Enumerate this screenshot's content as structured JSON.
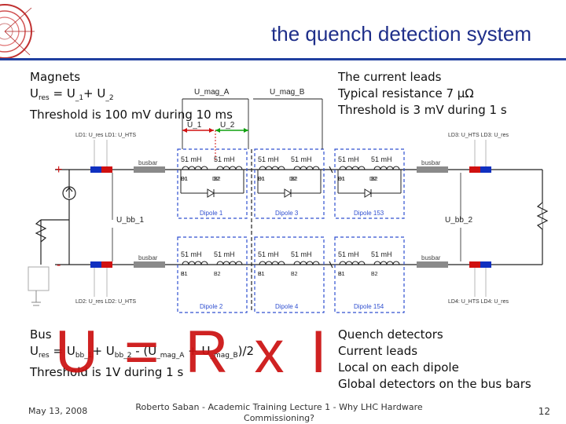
{
  "slide": {
    "title": "the quench detection system",
    "magnets": {
      "heading": "Magnets",
      "eq_lhs": "U",
      "eq_lhs_sub": "res",
      "eq_mid": " = U",
      "eq_sub1": "_1",
      "eq_plus": "+ U",
      "eq_sub2": "_2",
      "threshold": "Threshold is 100 mV during 10 ms"
    },
    "leads": {
      "heading": "The current leads",
      "resistance": "Typical resistance 7  μΩ",
      "threshold": "Threshold is 3 mV during 1 s"
    },
    "bus": {
      "heading": "Bus",
      "eq_text": "U",
      "eq_sub": "res",
      "eq_rest": " = U",
      "eq_sub_bb1": "bb_1",
      "eq_plus": "+ U",
      "eq_sub_bb2": "bb_2",
      "eq_minus": " - (U",
      "eq_sub_mag_a": "_mag_A",
      "eq_plus2": " + U",
      "eq_sub_mag_b": "_mag_B",
      "eq_end": ")/2",
      "threshold": "Threshold is 1V during 1 s"
    },
    "big_equation": "U = R x I",
    "quench_detectors": {
      "heading": "Quench detectors",
      "line1": "Current leads",
      "line2": "Local on each dipole",
      "line3": "Global detectors on the bus bars"
    },
    "footer": {
      "date": "May 13, 2008",
      "author_line1": "Roberto Saban - Academic Training Lecture 1 - Why LHC Hardware",
      "author_line2": "Commissioning?",
      "page": "12"
    }
  },
  "diagram": {
    "u_mag_a": "U_mag_A",
    "u_mag_b": "U_mag_B",
    "u1": "U_1",
    "u2": "U_2",
    "u_bb_1": "U_bb_1",
    "u_bb_2": "U_bb_2",
    "inductance": "51 mH",
    "busbar": "busbar",
    "b1": "B1",
    "b2": "B2",
    "d1": "D1",
    "d2": "D2",
    "dipole_1": "Dipole 1",
    "dipole_2": "Dipole 2",
    "dipole_3": "Dipole 3",
    "dipole_4": "Dipole 4",
    "dipole_153": "Dipole 153",
    "dipole_154": "Dipole 154",
    "lead_tl": "LD1: U_res  LD1: U_HTS",
    "lead_tr": "LD3: U_HTS  LD3: U_res",
    "lead_bl": "LD2: U_res  LD2: U_HTS",
    "lead_br": "LD4: U_HTS  LD4: U_res",
    "plus": "+",
    "minus": "-",
    "colors": {
      "red": "#d01010",
      "blue": "#1030c0",
      "green": "#10a010",
      "dipole_box": "#3050d0",
      "wire": "#222222"
    }
  }
}
